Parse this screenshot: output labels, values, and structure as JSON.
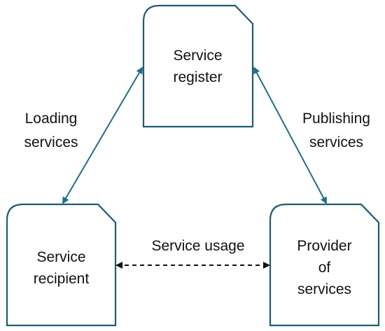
{
  "nodes": {
    "register": {
      "line1": "Service",
      "line2": "register"
    },
    "recipient": {
      "line1": "Service",
      "line2": "recipient"
    },
    "provider": {
      "line1": "Provider",
      "line2": "of",
      "line3": "services"
    }
  },
  "edges": {
    "loading": {
      "line1": "Loading",
      "line2": "services"
    },
    "publishing": {
      "line1": "Publishing",
      "line2": "services"
    },
    "usage": {
      "label": "Service usage"
    }
  },
  "colors": {
    "node_stroke": "#1f5c74",
    "arrow_solid": "#1f6f86",
    "arrow_dashed": "#111111",
    "text": "#111111"
  }
}
